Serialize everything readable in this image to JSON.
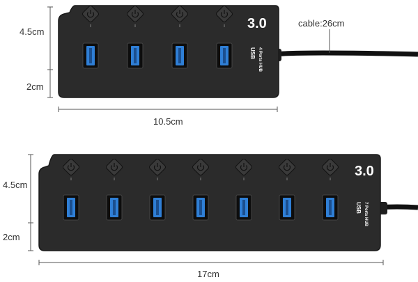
{
  "hub4": {
    "height_label": "4.5cm",
    "thickness_label": "2cm",
    "length_label": "10.5cm",
    "cable_label": "cable:26cm",
    "version": "3.0",
    "usb": "USB",
    "ports_text": "4 Ports HUB",
    "port_count": 4
  },
  "hub7": {
    "height_label": "4.5cm",
    "thickness_label": "2cm",
    "length_label": "17cm",
    "version": "3.0",
    "usb": "USB",
    "ports_text": "7 Ports HUB",
    "port_count": 7
  },
  "colors": {
    "hub_body": "#2b2b2b",
    "hub_edge": "#1a1a1a",
    "port_blue": "#2f7fd6",
    "dim_line": "#555555"
  }
}
